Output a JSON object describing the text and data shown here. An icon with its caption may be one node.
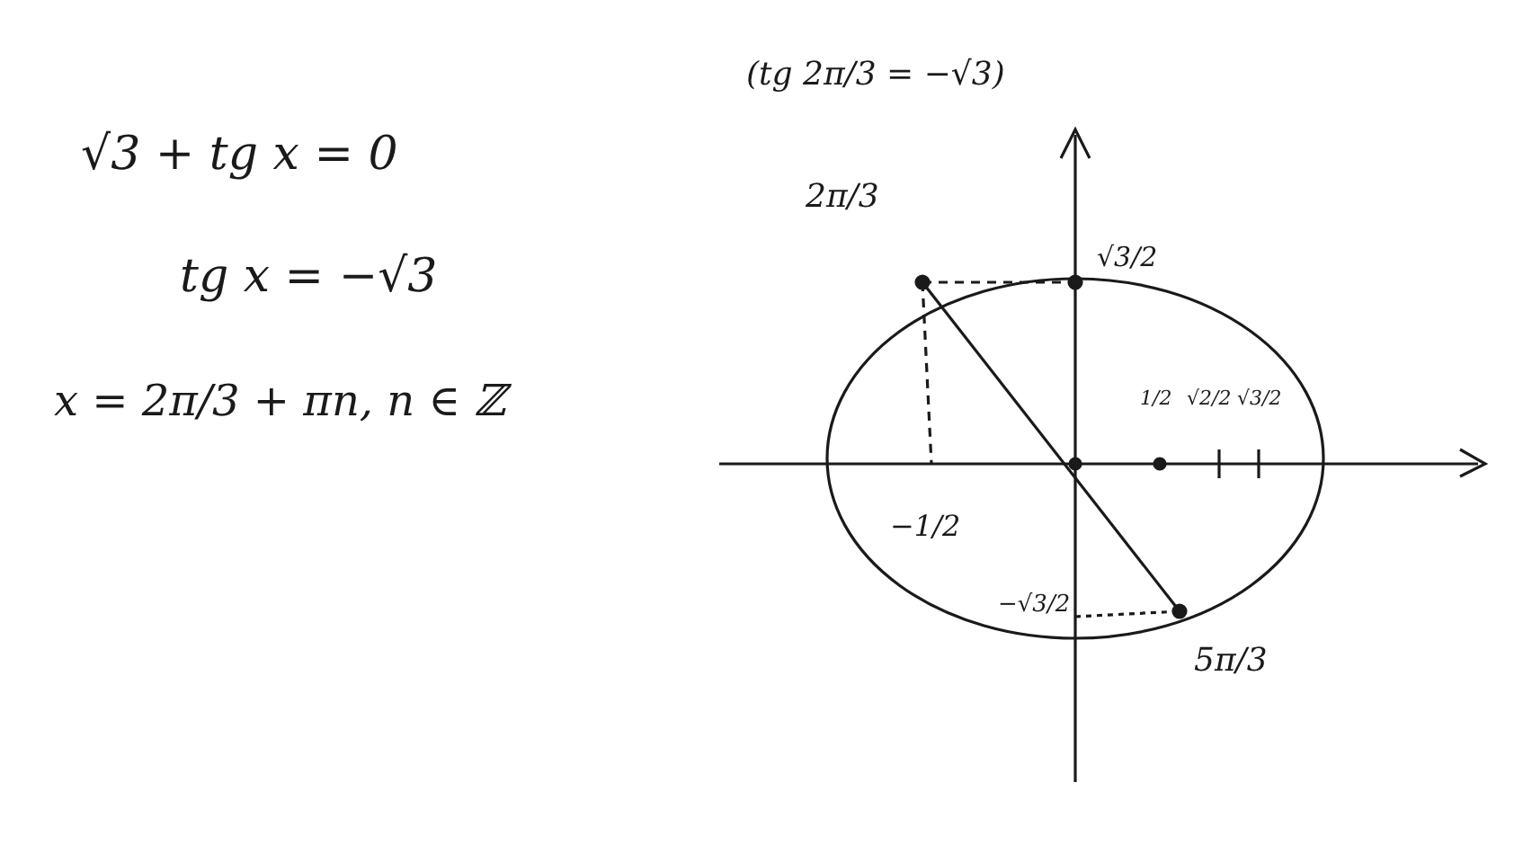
{
  "diagram": {
    "labels": [
      "√3 + tg x = 0",
      "tg x = −√3",
      "x = 2π/3 + πn, n ∈ ℤ",
      "(tg 2π/3 = −√3)",
      "2π/3",
      "√3/2",
      "1/2",
      "√2/2",
      "√3/2",
      "−1/2",
      "−√3/2",
      "5π/3"
    ]
  }
}
